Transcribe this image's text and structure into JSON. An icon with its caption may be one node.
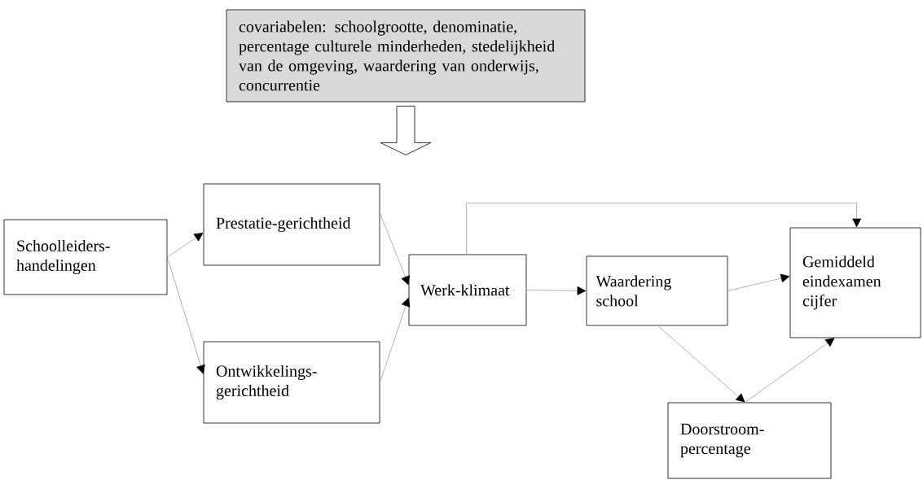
{
  "diagram": {
    "nodes": [
      {
        "text": [
          "covariabelen: schoolgrootte, denominatie, percentage culturele minderheden, stedelijkheid van de omgeving, waardering van onderwijs, concurrentie"
        ]
      },
      {
        "text": [
          "Schoolleiders-handelingen"
        ]
      },
      {
        "text": [
          "Prestatie-gerichtheid"
        ]
      },
      {
        "text": [
          "Ontwikkelings-gerichtheid"
        ]
      },
      {
        "text": [
          "Werk-klimaat"
        ]
      },
      {
        "text": [
          "Waardering school"
        ]
      },
      {
        "text": [
          "Gemiddeld eindexamen cijfer"
        ]
      },
      {
        "text": [
          "Doorstroom-percentage"
        ]
      }
    ],
    "edges": [
      {
        "from": 0,
        "to": null,
        "arrow": "to"
      },
      {
        "from": 1,
        "to": 2,
        "arrow": "to"
      },
      {
        "from": 1,
        "to": 3,
        "arrow": "to"
      },
      {
        "from": 2,
        "to": 4,
        "arrow": "to"
      },
      {
        "from": 3,
        "to": 4,
        "arrow": "to"
      },
      {
        "from": 4,
        "to": 5,
        "arrow": "to"
      },
      {
        "from": 4,
        "to": 6,
        "arrow": "to"
      },
      {
        "from": 5,
        "to": 6,
        "arrow": "to"
      },
      {
        "from": 5,
        "to": 7,
        "arrow": "to"
      },
      {
        "from": 7,
        "to": 6,
        "arrow": "to"
      }
    ]
  }
}
